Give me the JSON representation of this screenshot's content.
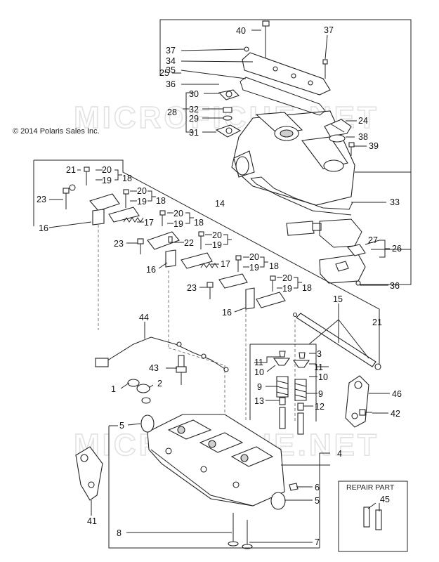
{
  "copyright": "© 2014 Polaris Sales Inc.",
  "watermark": "MICROFICHE.NET",
  "repair_part_label": "REPAIR PART",
  "callouts": {
    "c1": "1",
    "c2": "2",
    "c3": "3",
    "c4": "4",
    "c5a": "5",
    "c5b": "5",
    "c6": "6",
    "c7": "7",
    "c8": "8",
    "c9a": "9",
    "c9b": "9",
    "c10a": "10",
    "c10b": "10",
    "c11a": "11",
    "c11b": "11",
    "c12": "12",
    "c13": "13",
    "c14": "14",
    "c15": "15",
    "c16a": "16",
    "c16b": "16",
    "c16c": "16",
    "c17a": "17",
    "c17b": "17",
    "c18a": "18",
    "c18b": "18",
    "c18c": "18",
    "c18d": "18",
    "c19a": "19",
    "c19b": "19",
    "c19c": "19",
    "c19d": "19",
    "c19e": "19",
    "c19f": "19",
    "c20a": "20",
    "c20b": "20",
    "c20c": "20",
    "c20d": "20",
    "c20e": "20",
    "c20f": "20",
    "c21a": "21",
    "c21b": "21",
    "c22": "22",
    "c23a": "23",
    "c23b": "23",
    "c23c": "23",
    "c24": "24",
    "c25": "25",
    "c26": "26",
    "c27": "27",
    "c28": "28",
    "c29": "29",
    "c30": "30",
    "c31": "31",
    "c32": "32",
    "c33": "33",
    "c34": "34",
    "c35": "35",
    "c36a": "36",
    "c36b": "36",
    "c37a": "37",
    "c37b": "37",
    "c38": "38",
    "c39": "39",
    "c40": "40",
    "c41": "41",
    "c42": "42",
    "c43": "43",
    "c44": "44",
    "c45": "45",
    "c46": "46"
  }
}
